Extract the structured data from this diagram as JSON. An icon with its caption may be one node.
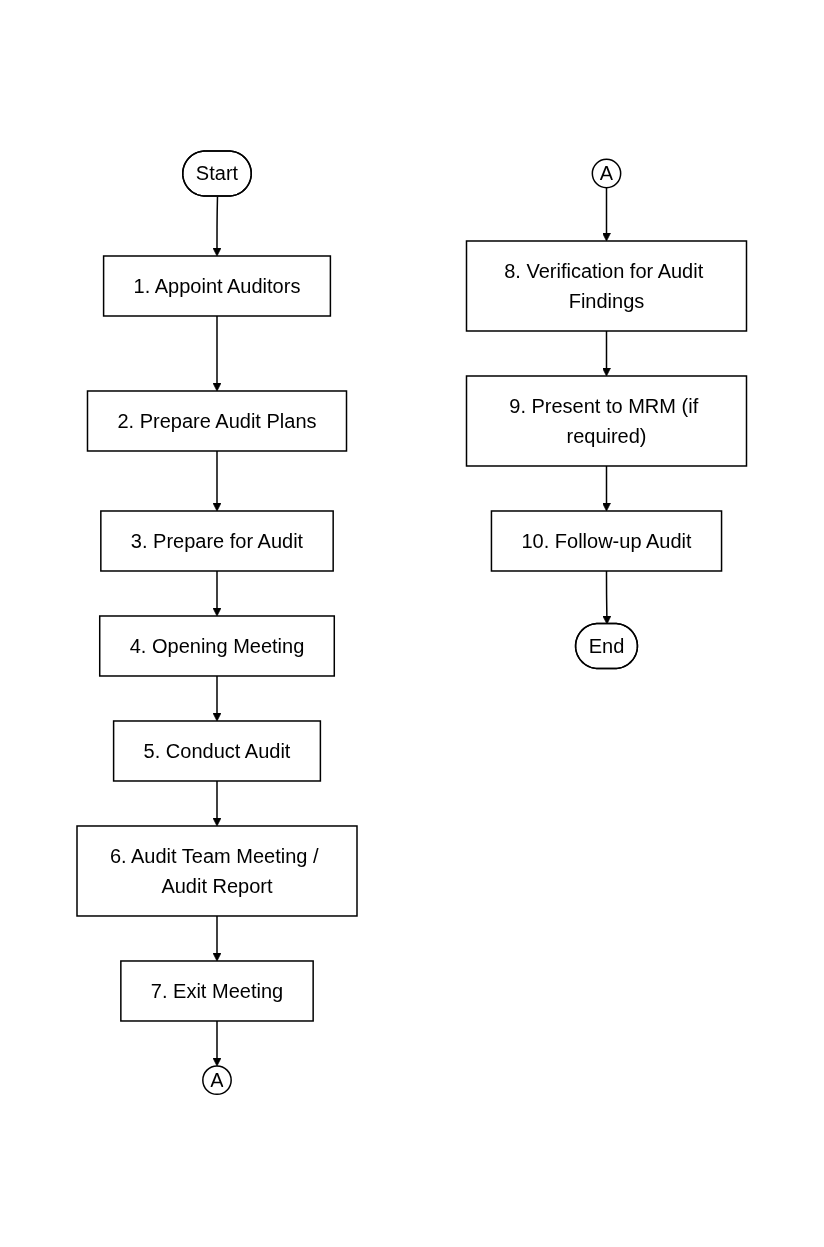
{
  "diagram": {
    "nodes": [
      {
        "text": [
          "Start"
        ]
      },
      {
        "text": [
          "1. Appoint Auditors"
        ]
      },
      {
        "text": [
          "2. Prepare Audit Plans"
        ]
      },
      {
        "text": [
          "3. Prepare for Audit"
        ]
      },
      {
        "text": [
          "4. Opening Meeting"
        ]
      },
      {
        "text": [
          "5. Conduct Audit"
        ]
      },
      {
        "text": [
          "6. Audit Team Meeting / Audit Report"
        ]
      },
      {
        "text": [
          "7. Exit Meeting"
        ]
      },
      {
        "text": [
          "A"
        ]
      },
      {
        "text": [
          "A"
        ]
      },
      {
        "text": [
          "8. Verification for Audit Findings"
        ]
      },
      {
        "text": [
          "9. Present to MRM (if required)"
        ]
      },
      {
        "text": [
          "10. Follow-up Audit"
        ]
      },
      {
        "text": [
          "End"
        ]
      }
    ],
    "edges": [
      {
        "from": 0,
        "to": 1,
        "arrow": "to"
      },
      {
        "from": 1,
        "to": 2,
        "arrow": "to"
      },
      {
        "from": 2,
        "to": 3,
        "arrow": "to"
      },
      {
        "from": 3,
        "to": 4,
        "arrow": "to"
      },
      {
        "from": 4,
        "to": 5,
        "arrow": "to"
      },
      {
        "from": 5,
        "to": 6,
        "arrow": "to"
      },
      {
        "from": 6,
        "to": 7,
        "arrow": "to"
      },
      {
        "from": 7,
        "to": 8,
        "arrow": "to"
      },
      {
        "from": 9,
        "to": 10,
        "arrow": "to"
      },
      {
        "from": 10,
        "to": 11,
        "arrow": "to"
      },
      {
        "from": 11,
        "to": 12,
        "arrow": "to"
      },
      {
        "from": 12,
        "to": 13,
        "arrow": "to"
      }
    ]
  }
}
